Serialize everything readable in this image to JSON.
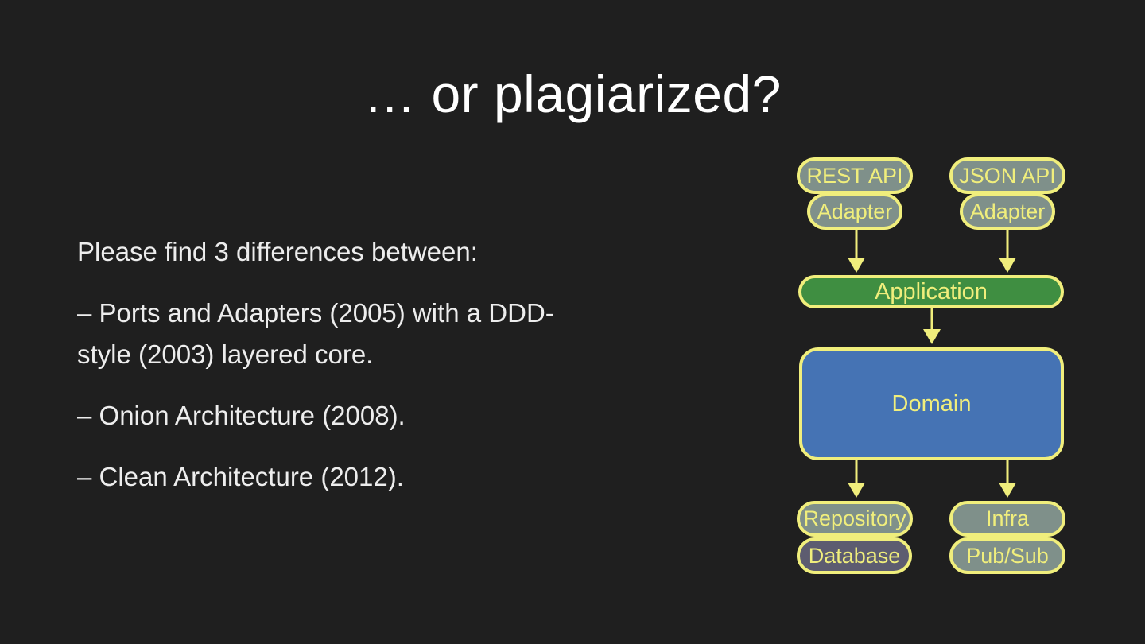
{
  "slide": {
    "title": "… or plagiarized?",
    "body": {
      "intro": "Please find 3 differences between:",
      "bullets": [
        "– Ports and Adapters (2005) with a DDD-style (2003) layered core.",
        "– Onion Architecture (2008).",
        "– Clean Architecture (2012)."
      ]
    }
  },
  "diagram": {
    "nodes": {
      "rest_api": "REST API",
      "json_api": "JSON API",
      "adapter_left": "Adapter",
      "adapter_right": "Adapter",
      "application": "Application",
      "domain": "Domain",
      "repository": "Repository",
      "database": "Database",
      "infra": "Infra",
      "pubsub": "Pub/Sub"
    },
    "colors": {
      "background": "#1f1f1f",
      "accent_yellow": "#f0ee7c",
      "node_gray": "#7f908a",
      "node_purple": "#5d5c70",
      "application_green": "#3f8e41",
      "domain_blue": "#4573b4",
      "text_white": "#ededed",
      "title_white": "#ffffff"
    }
  }
}
